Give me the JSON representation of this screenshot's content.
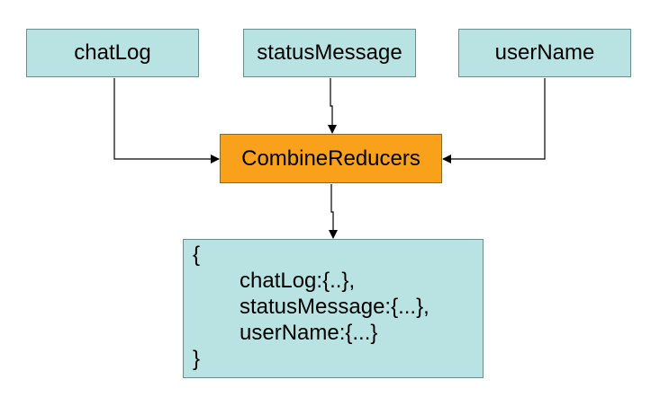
{
  "inputs": {
    "chat_log": "chatLog",
    "status_message": "statusMessage",
    "user_name": "userName"
  },
  "combiner": {
    "label": "CombineReducers"
  },
  "output": {
    "open_brace": "{",
    "fields": [
      "chatLog:{..},",
      "statusMessage:{...},",
      "userName:{...}"
    ],
    "close_brace": "}"
  },
  "colors": {
    "input_fill": "#b9e3e3",
    "combiner_fill": "#f9a11b",
    "output_fill": "#b9e3e3",
    "connector": "#000000"
  }
}
